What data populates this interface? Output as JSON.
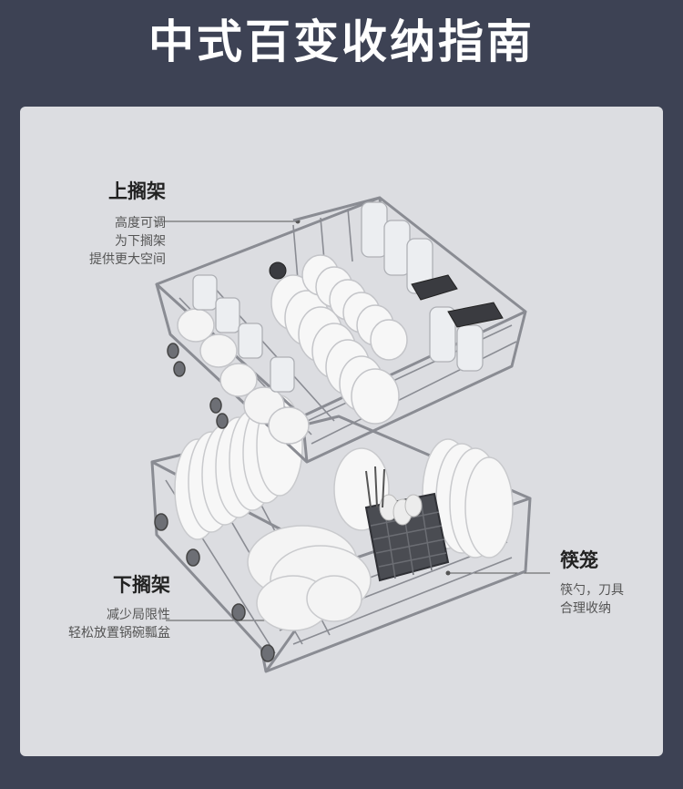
{
  "title": "中式百变收纳指南",
  "callouts": {
    "upper_rack": {
      "heading": "上搁架",
      "lines": [
        "高度可调",
        "为下搁架",
        "提供更大空间"
      ]
    },
    "lower_rack": {
      "heading": "下搁架",
      "lines": [
        "减少局限性",
        "轻松放置锅碗瓢盆"
      ]
    },
    "cutlery_basket": {
      "heading": "筷笼",
      "lines": [
        "筷勺，刀具",
        "合理收纳"
      ]
    }
  },
  "colors": {
    "background": "#3d4254",
    "panel": "#dcdde1",
    "rack_wire": "#8a8c93",
    "basket": "#4a4c52"
  }
}
